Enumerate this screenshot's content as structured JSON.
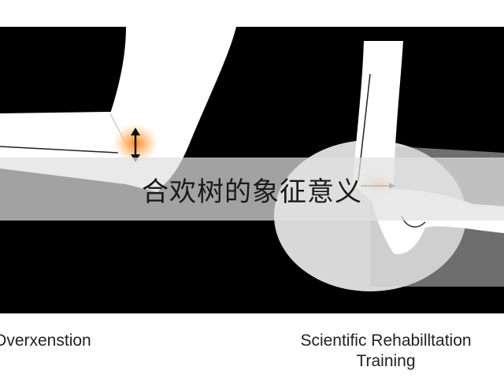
{
  "banner": {
    "title": "合欢树的象征意义"
  },
  "captions": {
    "left": "Overxenstion",
    "right_line1": "Scientific Rehabilltation",
    "right_line2": "Training"
  },
  "colors": {
    "background": "#000000",
    "limb": "#ffffff",
    "highlight": "#ff9a3c"
  },
  "icons": {
    "left_indicator": "double-arrow-vertical-icon",
    "right_indicator": "arrow-right-icon"
  }
}
